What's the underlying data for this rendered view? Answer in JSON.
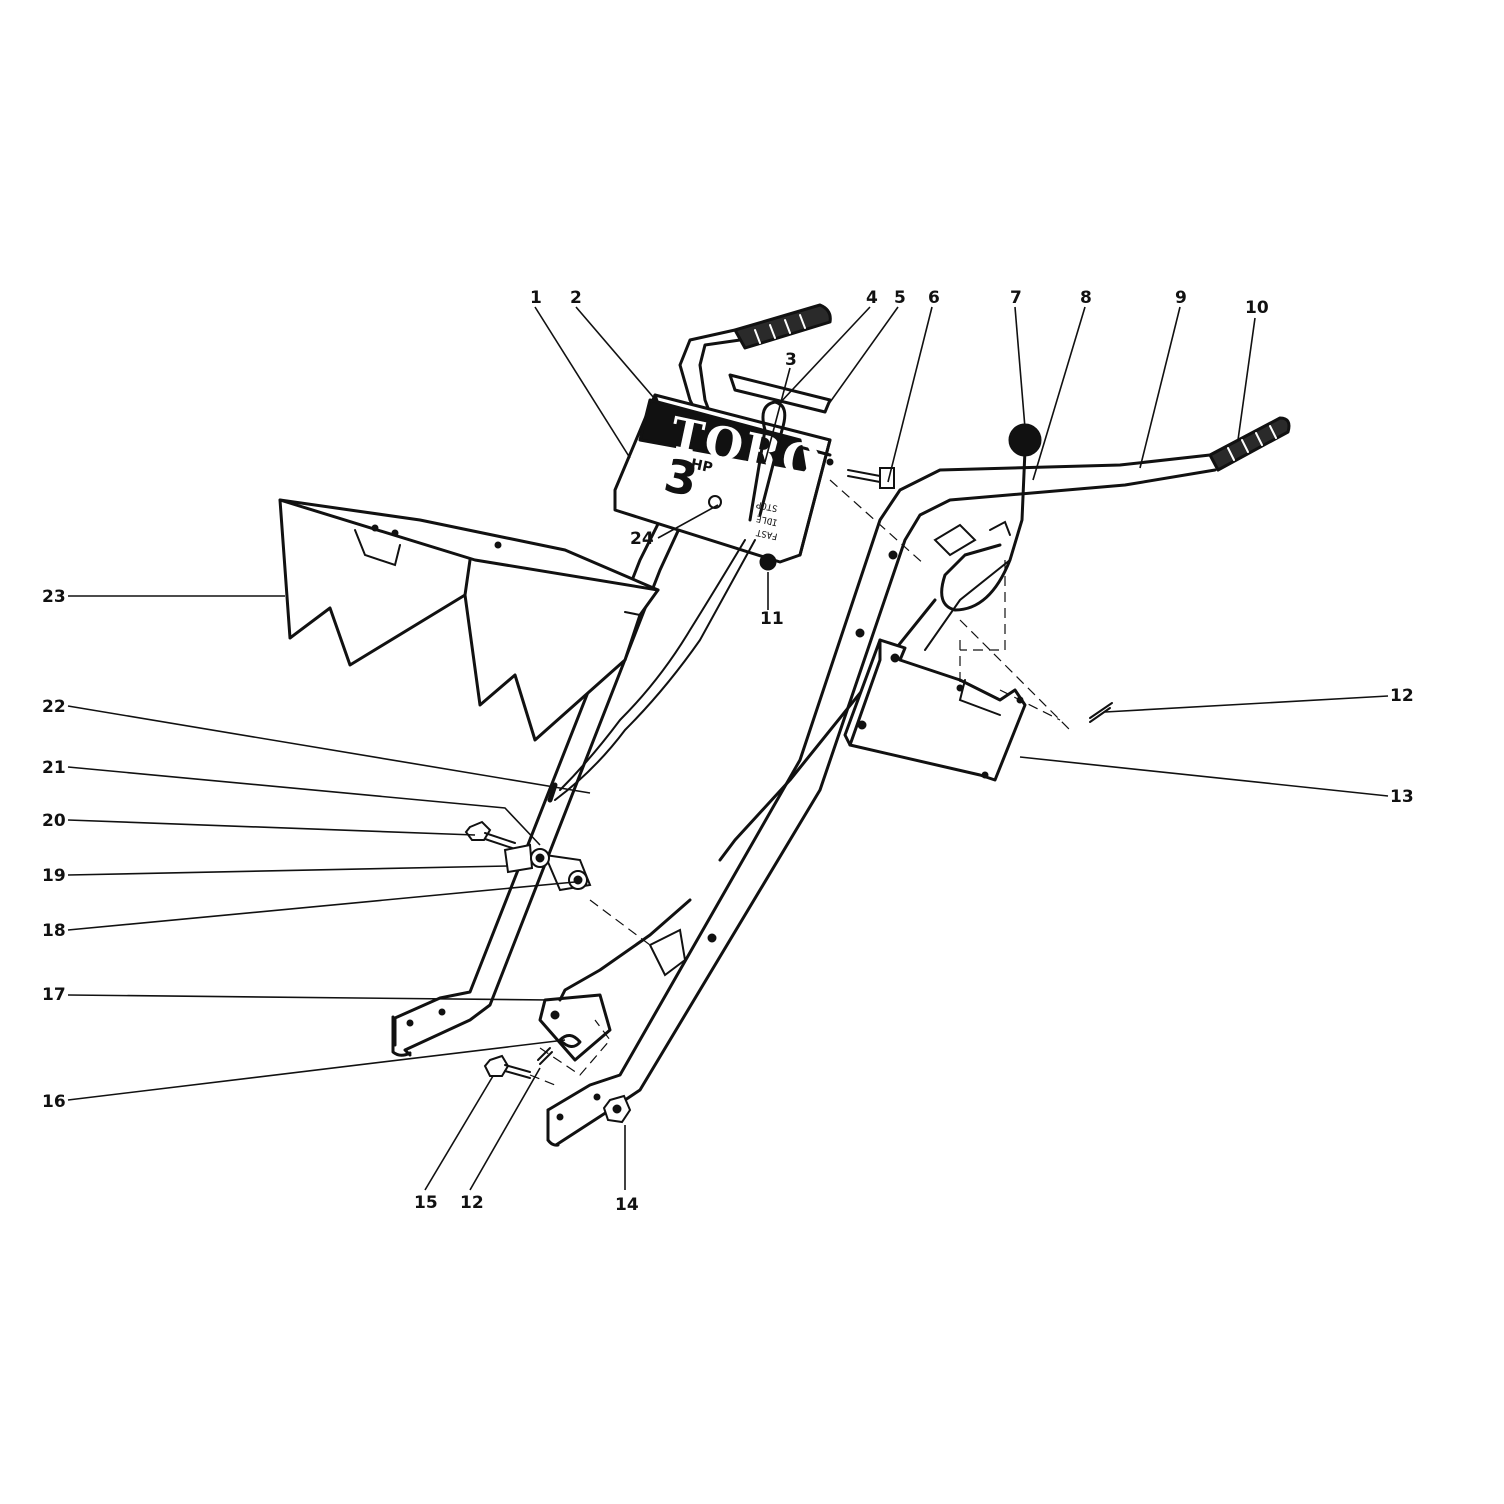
{
  "panel": {
    "brand": "TORO",
    "hp_number": "3",
    "hp_unit": "HP",
    "speed_labels": [
      "STOP",
      "IDLE",
      "FAST"
    ]
  },
  "callouts": [
    {
      "id": "c1",
      "label": "1"
    },
    {
      "id": "c2",
      "label": "2"
    },
    {
      "id": "c3",
      "label": "3"
    },
    {
      "id": "c4",
      "label": "4"
    },
    {
      "id": "c5",
      "label": "5"
    },
    {
      "id": "c6",
      "label": "6"
    },
    {
      "id": "c7",
      "label": "7"
    },
    {
      "id": "c8",
      "label": "8"
    },
    {
      "id": "c9",
      "label": "9"
    },
    {
      "id": "c10",
      "label": "10"
    },
    {
      "id": "c11",
      "label": "11"
    },
    {
      "id": "c12a",
      "label": "12"
    },
    {
      "id": "c13",
      "label": "13"
    },
    {
      "id": "c14",
      "label": "14"
    },
    {
      "id": "c15",
      "label": "15"
    },
    {
      "id": "c12b",
      "label": "12"
    },
    {
      "id": "c16",
      "label": "16"
    },
    {
      "id": "c17",
      "label": "17"
    },
    {
      "id": "c18",
      "label": "18"
    },
    {
      "id": "c19",
      "label": "19"
    },
    {
      "id": "c20",
      "label": "20"
    },
    {
      "id": "c21",
      "label": "21"
    },
    {
      "id": "c22",
      "label": "22"
    },
    {
      "id": "c23",
      "label": "23"
    },
    {
      "id": "c24",
      "label": "24"
    }
  ]
}
